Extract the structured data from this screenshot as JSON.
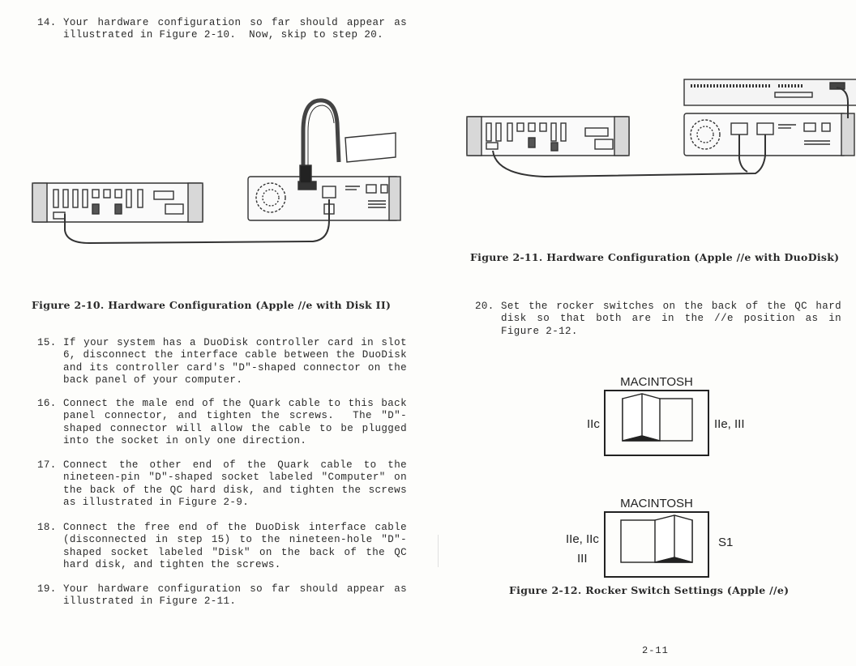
{
  "left_page": {
    "step14": {
      "number": "14.",
      "text": "Your hardware configuration so far should appear as illustrated in Figure 2-10.  Now, skip to step 20."
    },
    "figure_caption": "Figure 2-10. Hardware Configuration (Apple //e with Disk II)",
    "step15": {
      "number": "15.",
      "text": "If your system has a DuoDisk controller card in slot 6, disconnect the interface cable between the DuoDisk and its controller card's \"D\"-shaped connector on the back panel of your computer."
    },
    "step16": {
      "number": "16.",
      "text": "Connect the male end of the Quark cable to this back panel connector, and tighten the screws.  The \"D\"-shaped connector will allow the cable to be plugged into the socket in only one direction."
    },
    "step17": {
      "number": "17.",
      "text": "Connect the other end of the Quark cable to the nineteen-pin \"D\"-shaped socket labeled \"Computer\" on the back of the QC hard disk, and tighten the screws as illustrated in Figure 2-9."
    },
    "step18": {
      "number": "18.",
      "text": "Connect the free end of the DuoDisk interface cable (disconnected in step 15) to the nineteen-hole \"D\"-shaped socket labeled \"Disk\" on the back of the QC hard disk, and tighten the screws."
    },
    "step19": {
      "number": "19.",
      "text": "Your hardware configuration so far should appear as illustrated in Figure 2-11."
    }
  },
  "right_page": {
    "figure_caption_211": "Figure 2-11. Hardware Configuration (Apple //e with DuoDisk)",
    "step20": {
      "number": "20.",
      "text": "Set the rocker switches on the back of the QC hard disk so that both are in the //e position as in Figure 2-12."
    },
    "switch1": {
      "title": "MACINTOSH",
      "left_label": "IIc",
      "right_label": "IIe, III"
    },
    "switch2": {
      "title": "MACINTOSH",
      "left_label_line1": "IIe, IIc",
      "left_label_line2": "III",
      "right_label": "S1"
    },
    "figure_caption_212": "Figure 2-12. Rocker Switch Settings (Apple //e)",
    "page_number": "2-11"
  }
}
